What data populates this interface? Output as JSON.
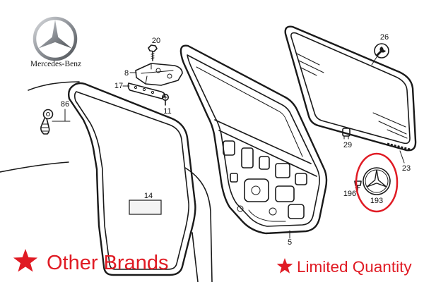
{
  "brand": {
    "name": "Mercedes-Benz",
    "logo_icon": "mercedes-star-logo"
  },
  "callouts": [
    "20",
    "8",
    "17",
    "11",
    "86",
    "14",
    "26",
    "29",
    "23",
    "196",
    "193",
    "5"
  ],
  "notes": {
    "other_brands": "Other Brands",
    "limited_quantity": "Limited Quantity",
    "icon": "star-icon"
  },
  "icons": {
    "service": "wrench-icon",
    "emblem": "mercedes-star-emblem"
  },
  "colors": {
    "accent": "#e01b24",
    "line": "#1a1a1a",
    "logo_silver": "#7d8186",
    "background": "#ffffff"
  }
}
